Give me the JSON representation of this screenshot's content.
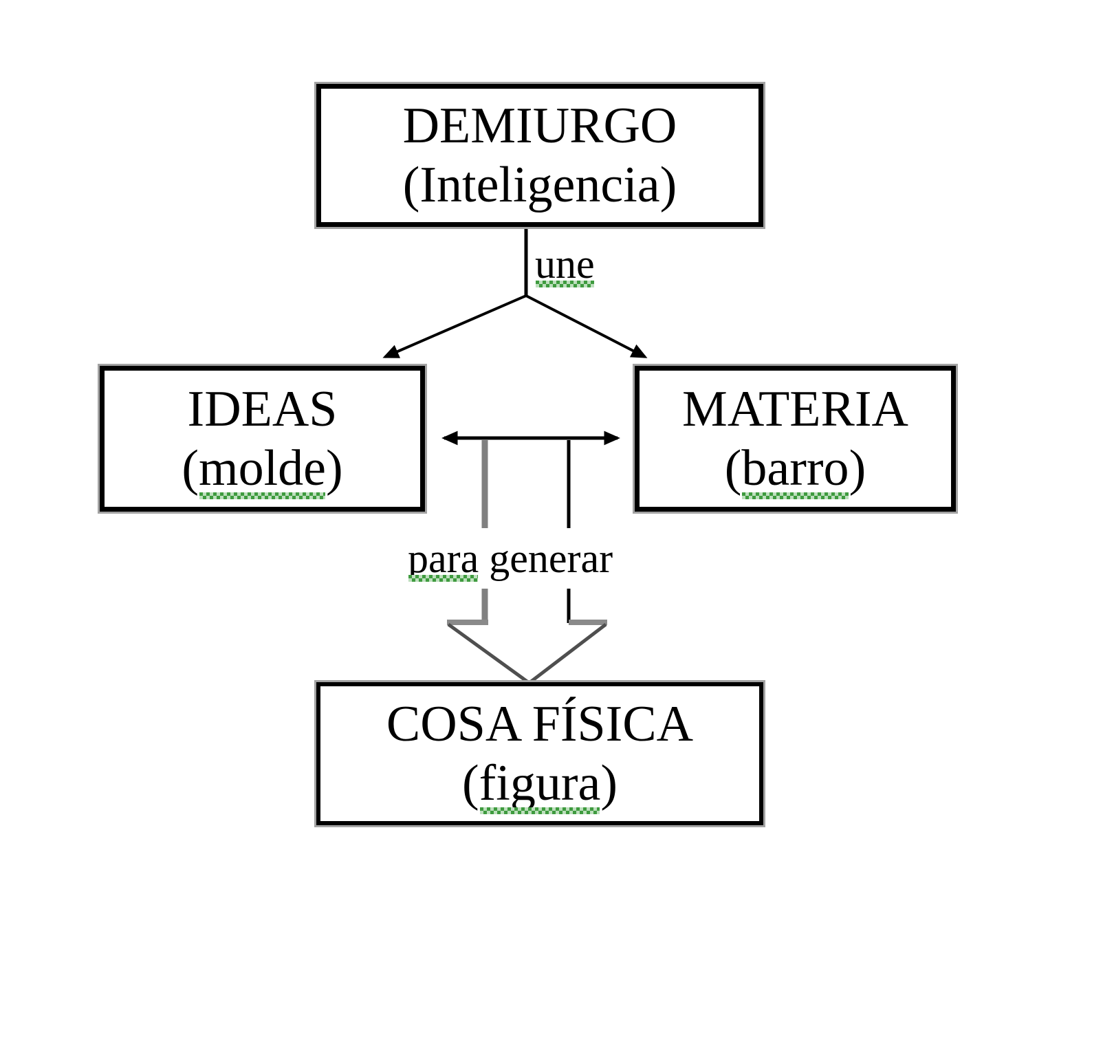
{
  "nodes": {
    "demiurgo": {
      "title": "DEMIURGO",
      "subtitle": "(Inteligencia)"
    },
    "ideas": {
      "title": "IDEAS",
      "sub_open": "(",
      "sub_word": "molde",
      "sub_close": ")"
    },
    "materia": {
      "title": "MATERIA",
      "sub_open": "(",
      "sub_word": "barro",
      "sub_close": ")"
    },
    "cosa_fisica": {
      "title": "COSA FÍSICA",
      "sub_open": "(",
      "sub_word": "figura",
      "sub_close": ")"
    }
  },
  "labels": {
    "une": "une",
    "para": "para",
    "generar": " generar"
  },
  "colors": {
    "line_black": "#000000",
    "line_gray": "#808080",
    "funnel_gray": "#8a8a8a",
    "funnel_dark": "#4f4f4f",
    "squiggle_green": "#3f9b3f",
    "squiggle_green_light": "#bedfbe",
    "box_border": "#000000",
    "box_shadow_gray": "#a3a3a3",
    "text": "#000000",
    "background": "#ffffff"
  }
}
